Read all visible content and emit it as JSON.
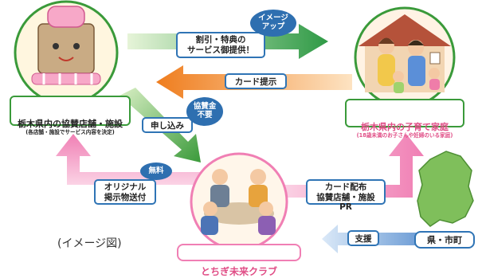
{
  "nodes": {
    "shops": {
      "title": "栃木県内の協賛店舗・施設",
      "subtitle": "(各店舗・施設でサービス内容を決定)"
    },
    "families": {
      "title": "栃木県内の子育て家庭",
      "subtitle": "(18歳未満のお子さんや妊婦のいる家庭)"
    },
    "club": {
      "title": "とちぎ未来クラブ"
    },
    "pref": {
      "title": "県・市町"
    }
  },
  "labels": {
    "discount": "割引・特典の\nサービス御提供！",
    "card_show": "カード提示",
    "apply": "申し込み",
    "original": "オリジナル\n掲示物送付",
    "card_dist": "カード配布\n協賛店舗・施設PR",
    "support": "支援"
  },
  "bubbles": {
    "image_up": "イメージ\nアップ",
    "no_fee": "協賛金\n不要",
    "free": "無料"
  },
  "caption": "(イメージ図)",
  "colors": {
    "green": "#3b9a3c",
    "orange": "#f08a28",
    "pink": "#f28ab8",
    "blue": "#2f74b5",
    "pink_text": "#e04d86"
  }
}
